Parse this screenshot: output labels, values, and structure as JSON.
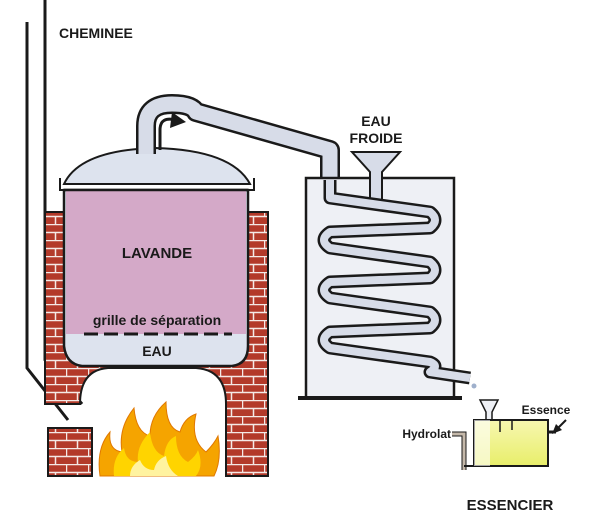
{
  "labels": {
    "chimney": "CHEMINEE",
    "cold_water_line1": "EAU",
    "cold_water_line2": "FROIDE",
    "lavender": "LAVANDE",
    "grid": "grille de séparation",
    "water": "EAU",
    "hydrolat": "Hydrolat",
    "essence": "Essence",
    "essencier": "ESSENCIER"
  },
  "colors": {
    "brick": "#b33a2a",
    "mortar": "#f4e9e6",
    "lavender_fill": "#d4a9c8",
    "vessel_fill": "#dde3ee",
    "pipe_fill": "#d7dce8",
    "condenser_fill": "#eef0f5",
    "essence_yellow": "#f0f0a0",
    "flame_outer": "#f5a400",
    "flame_inner": "#ffd400",
    "outline": "#1a1a1a"
  },
  "icons": {
    "vapor_arrow": "curved-arrow-icon",
    "essence_pointer": "arrow-icon"
  }
}
